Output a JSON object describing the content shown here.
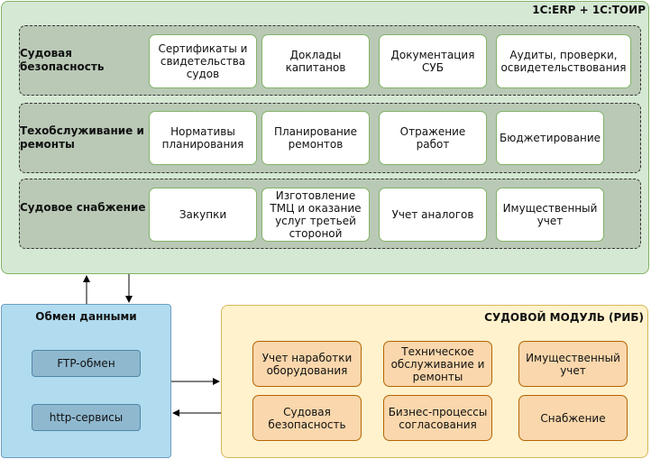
{
  "erp": {
    "title": "1С:ERP + 1С:ТОИР",
    "rows": [
      {
        "label": "Судовая безопасность",
        "items": [
          "Сертификаты и свидетельства судов",
          "Доклады капитанов",
          "Документация СУБ",
          "Аудиты, проверки, освидетельствования"
        ]
      },
      {
        "label": "Техобслуживание и ремонты",
        "items": [
          "Нормативы планирования",
          "Планирование ремонтов",
          "Отражение работ",
          "Бюджетирование"
        ]
      },
      {
        "label": "Судовое снабжение",
        "items": [
          "Закупки",
          "Изготовление ТМЦ и оказание услуг третьей стороной",
          "Учет аналогов",
          "Имущественный учет"
        ]
      }
    ]
  },
  "exchange": {
    "title": "Обмен данными",
    "items": [
      "FTP-обмен",
      "http-сервисы"
    ]
  },
  "ship": {
    "title": "СУДОВОЙ МОДУЛЬ (РИБ)",
    "items": [
      "Учет наработки оборудования",
      "Техническое обслуживание и ремонты",
      "Имущественный учет",
      "Судовая безопасность",
      "Бизнес-процессы согласования",
      "Снабжение"
    ]
  }
}
